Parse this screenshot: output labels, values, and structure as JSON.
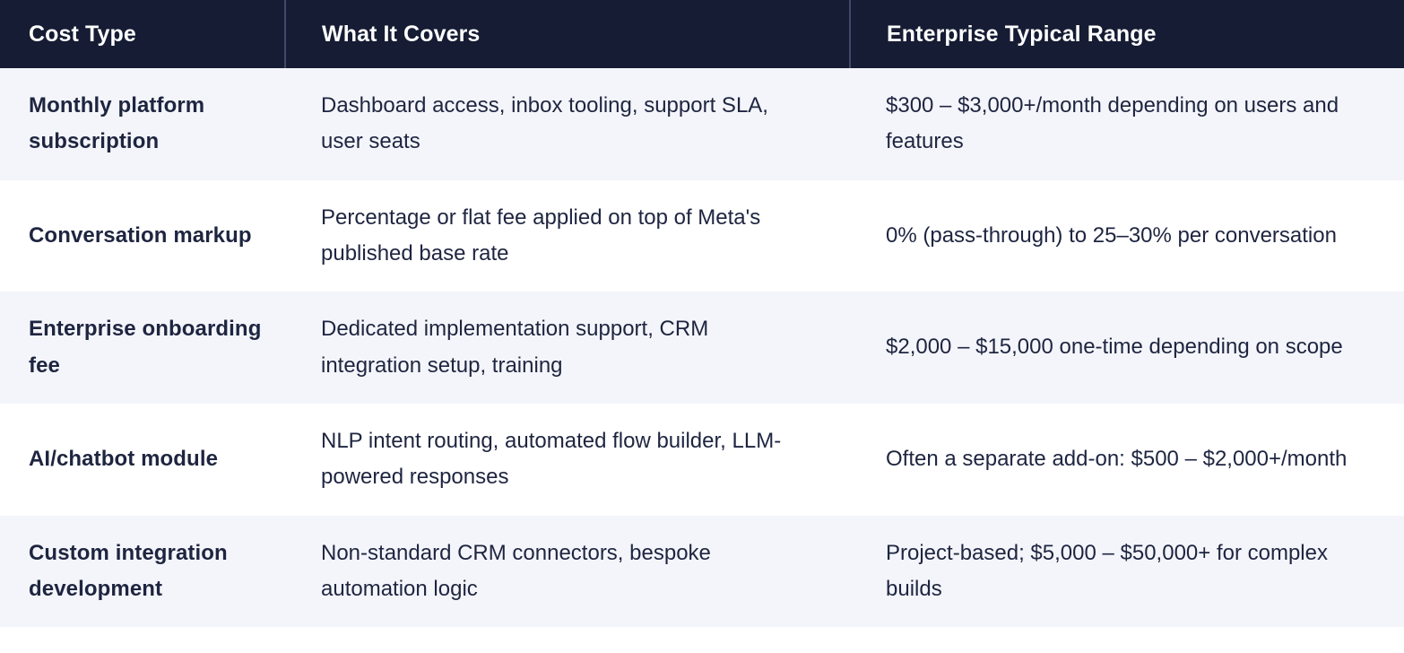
{
  "table": {
    "name": "whatsapp-platform-cost-breakdown",
    "colors": {
      "header_bg": "#151c33",
      "header_text": "#ffffff",
      "header_divider": "#41496a",
      "row_alt_bg": "#f4f5fa",
      "row_plain_bg": "#ffffff",
      "body_text": "#1e2540"
    },
    "columns": [
      {
        "key": "cost_type",
        "label": "Cost Type"
      },
      {
        "key": "what_it_covers",
        "label": "What It Covers"
      },
      {
        "key": "enterprise_range",
        "label": "Enterprise Typical Range"
      }
    ],
    "rows": [
      {
        "cost_type": "Monthly platform subscription",
        "what_it_covers": "Dashboard access, inbox tooling, support SLA, user seats",
        "enterprise_range": "$300 – $3,000+/month depending on users and features"
      },
      {
        "cost_type": "Conversation markup",
        "what_it_covers": "Percentage or flat fee applied on top of Meta's published base rate",
        "enterprise_range": "0% (pass-through) to 25–30% per conversation"
      },
      {
        "cost_type": "Enterprise onboarding fee",
        "what_it_covers": "Dedicated implementation support, CRM integration setup, training",
        "enterprise_range": "$2,000 – $15,000 one-time depending on scope"
      },
      {
        "cost_type": "AI/chatbot module",
        "what_it_covers": "NLP intent routing, automated flow builder, LLM-powered responses",
        "enterprise_range": "Often a separate add-on: $500 – $2,000+/month"
      },
      {
        "cost_type": "Custom integration development",
        "what_it_covers": "Non-standard CRM connectors, bespoke automation logic",
        "enterprise_range": "Project-based; $5,000 – $50,000+ for complex builds"
      }
    ]
  }
}
